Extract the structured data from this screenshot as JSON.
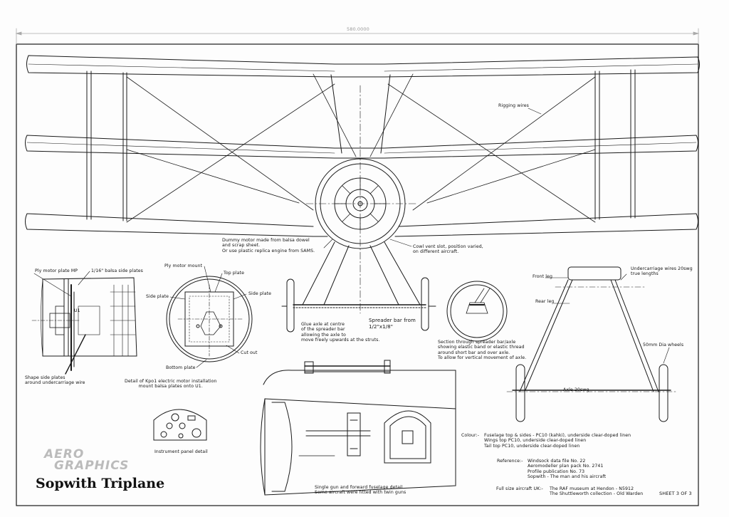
{
  "overall_dimension": "580.0000",
  "title": "Sopwith Triplane",
  "logo": {
    "line1": "AERO",
    "line2": "GRAPHICS"
  },
  "sheet_number": "SHEET 3 OF 3",
  "front_view": {
    "rigging_wires": "Rigging wires",
    "dummy_motor": [
      "Dummy motor made from balsa dowel",
      "and scrap sheet.",
      "Or use plastic replica engine from SAMS."
    ],
    "cowl_vent": [
      "Cowl vent slot, position varied,",
      "on different aircraft."
    ],
    "glue_axle": [
      "Glue axle at centre",
      "of the spreader bar",
      "allowing the axle to",
      "move freely upwards at the struts."
    ],
    "spreader_bar": [
      "Spreader bar from",
      "1/2\"x1/8\""
    ],
    "section_note": [
      "Section through spreader bar/axle",
      "showing elastic band or elastic thread",
      "around short bar and over axle.",
      "To allow for vertical movement of axle."
    ]
  },
  "motor_mount_side": {
    "ply_plate": "Ply motor plate MP",
    "balsa_side": "1/16\" balsa side plates",
    "u1": "U1",
    "shape_side": [
      "Shape side plates",
      "around undercarriage wire"
    ]
  },
  "motor_mount_front": {
    "ply_mount": "Ply motor mount",
    "top_plate": "Top plate",
    "side_plate_left": "Side plate",
    "side_plate_right": "Side plate",
    "cut_out": "Cut out",
    "bottom_plate": "Bottom plate",
    "detail": [
      "Detail of Kpo1 electric motor installation",
      "mount balsa plates onto U1."
    ]
  },
  "instrument_panel": "Instrument panel detail",
  "gun_detail": [
    "Single gun and forward fuselage detail",
    "Some aircraft were fitted with twin guns"
  ],
  "undercarriage": {
    "wires": [
      "Undercarriage wires 20swg",
      "true lengths"
    ],
    "front_leg": "Front leg",
    "rear_leg": "Rear leg",
    "axle": "Axle 20swg",
    "wheels": "50mm Dia wheels"
  },
  "notes": {
    "colour_label": "Colour:-",
    "colour": [
      "Fuselage top & sides - PC10 (kahki), underside clear-doped linen",
      "Wings top PC10, underside clear-doped linen",
      "Tail top PC10, underside clear-doped linen"
    ],
    "reference_label": "Reference:-",
    "reference": [
      "Windsock data file No. 22",
      "Aeromodeller plan pack No. 2741",
      "Profile publication No. 73",
      "Sopwith - The man and his aircraft"
    ],
    "fullsize_label": "Full size aircraft UK:-",
    "fullsize": [
      "The RAF museum at Hendon - N5912",
      "The Shuttleworth collection - Old Warden"
    ]
  }
}
